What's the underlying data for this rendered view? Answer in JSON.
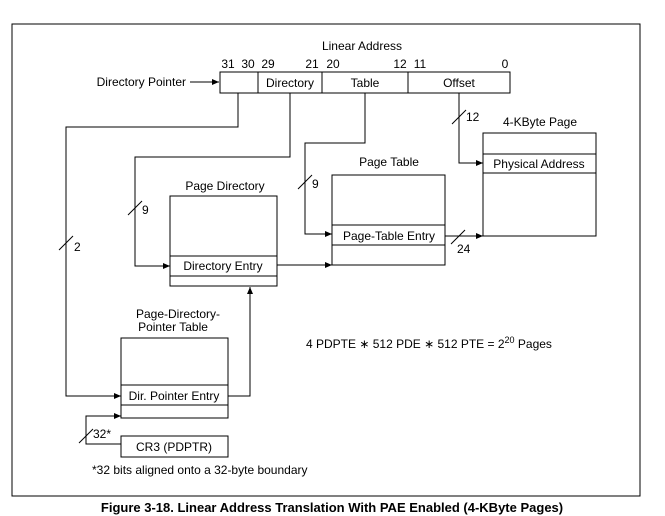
{
  "linear_address": {
    "title": "Linear Address",
    "bits": [
      "31",
      "30",
      "29",
      "21",
      "20",
      "12",
      "11",
      "0"
    ],
    "fields": [
      "Directory",
      "Table",
      "Offset"
    ]
  },
  "directory_pointer_label": "Directory Pointer",
  "page_directory": {
    "title": "Page Directory",
    "entry": "Directory Entry"
  },
  "page_table": {
    "title": "Page Table",
    "entry": "Page-Table Entry"
  },
  "page": {
    "title": "4-KByte Page",
    "entry": "Physical Address"
  },
  "pdpt": {
    "title_line1": "Page-Directory-",
    "title_line2": "Pointer Table",
    "entry": "Dir. Pointer Entry"
  },
  "cr3": {
    "label": "CR3 (PDPTR)"
  },
  "bit_widths": {
    "pdpt": "2",
    "directory": "9",
    "table": "9",
    "offset": "12",
    "pte_out": "24",
    "cr3": "32*"
  },
  "formula": {
    "main": "4 PDPTE ∗ 512 PDE ∗ 512 PTE = 2",
    "exponent": "20",
    "suffix": " Pages"
  },
  "footnote": "*32 bits aligned onto a 32-byte boundary",
  "caption": "Figure 3-18.  Linear Address Translation With PAE Enabled (4-KByte Pages)"
}
